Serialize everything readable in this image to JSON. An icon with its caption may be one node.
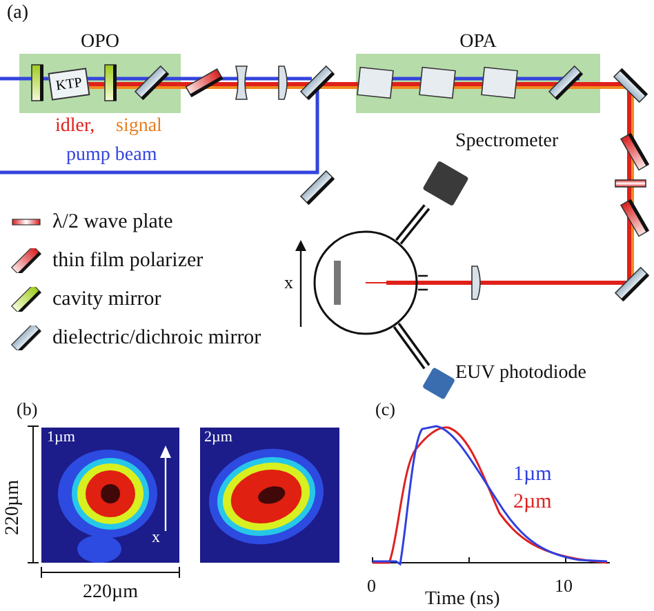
{
  "diagram": {
    "nodes": [
      {
        "text": [
          "OPO"
        ]
      },
      {
        "text": [
          "KTP"
        ],
        "in": 0
      },
      {
        "text": [
          "OPA"
        ]
      },
      {
        "text": [],
        "shape": "box",
        "beside": [
          "Spectrometer"
        ]
      },
      {
        "text": [],
        "shape": "circle"
      },
      {
        "text": [],
        "shape": "box",
        "beside": [
          "EUV photodiode"
        ]
      }
    ],
    "edges": [
      {
        "from": 4,
        "to": 3,
        "arrow": "none"
      },
      {
        "from": 4,
        "to": 5,
        "arrow": "none"
      }
    ],
    "labels": [
      "(a)",
      "idler,",
      "signal",
      "pump beam",
      "x",
      "(b)",
      "(c)",
      "1µm",
      "2µm",
      "220µm",
      "x",
      "220µm",
      "1µm",
      "2µm",
      "0",
      "10",
      "Time (ns)"
    ],
    "legend": [
      {
        "text": "λ/2 wave plate"
      },
      {
        "text": "thin film polarizer"
      },
      {
        "text": "cavity mirror"
      },
      {
        "text": "dielectric/dichroic mirror"
      }
    ]
  }
}
